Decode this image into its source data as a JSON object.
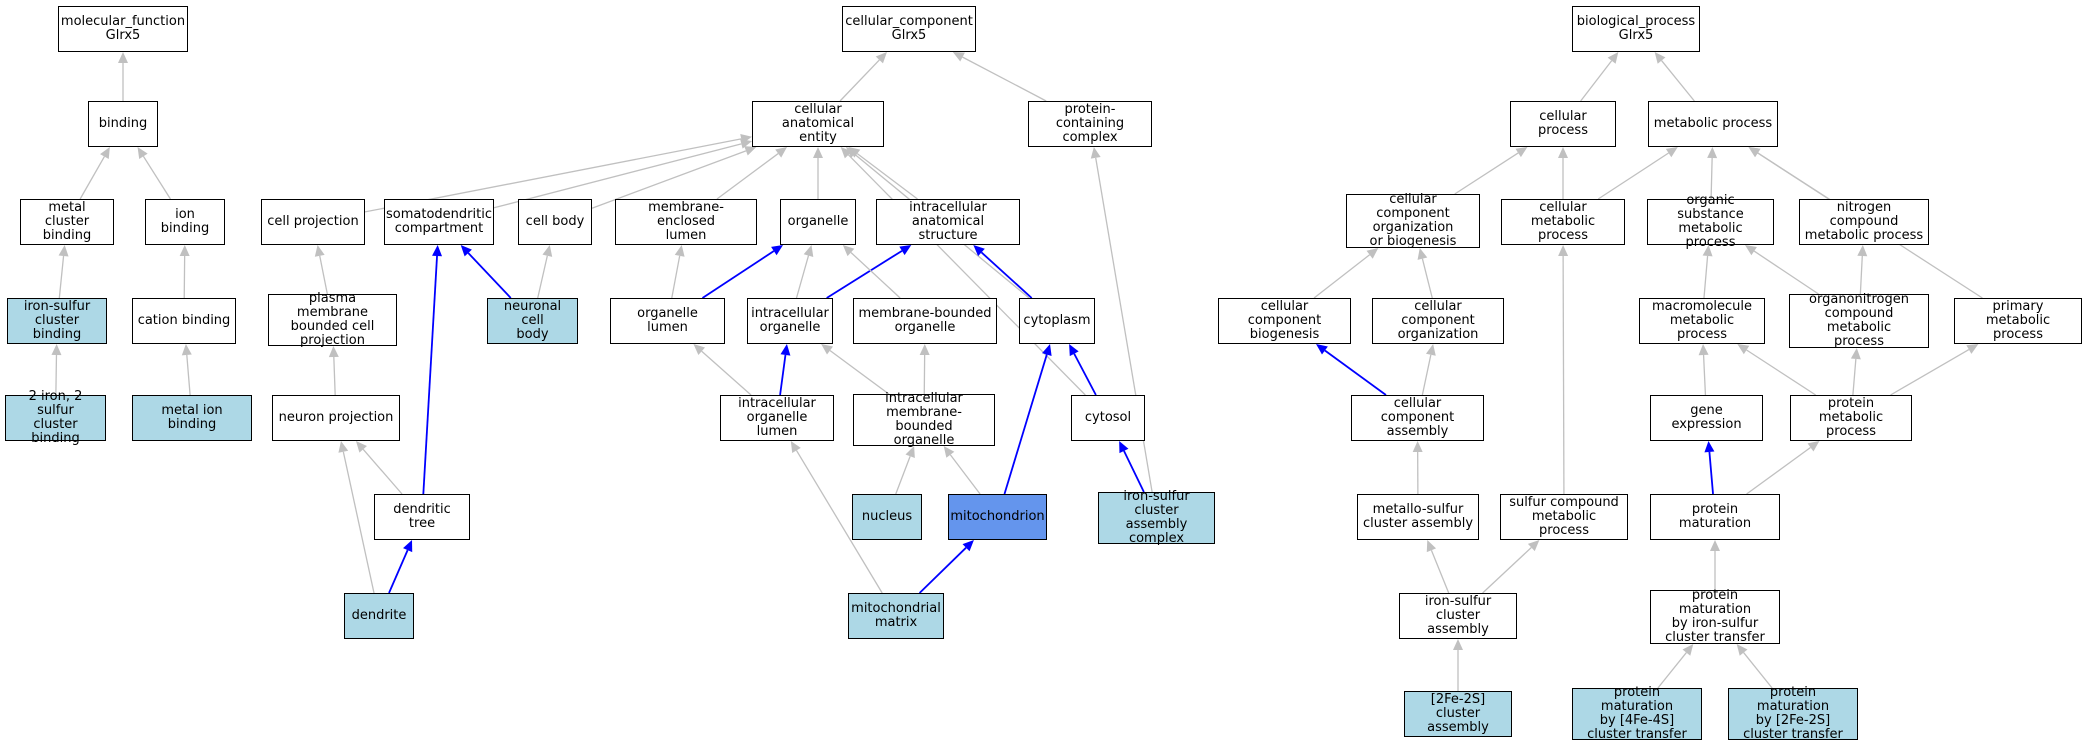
{
  "colors": {
    "annotated_term": "#add8e6",
    "focus_term": "#6495ed",
    "plain_term": "#ffffff",
    "is_a_edge": "#c0c0c0",
    "part_of_edge": "#0000ff"
  },
  "nodes": {
    "mf_root": "molecular_function\nGlrx5",
    "binding": "binding",
    "metal_cluster_binding": "metal cluster\nbinding",
    "ion_binding": "ion binding",
    "iron_sulfur_cluster_binding": "iron-sulfur\ncluster binding",
    "cation_binding": "cation binding",
    "two_iron_two_sulfur_cluster_binding": "2 iron, 2 sulfur\ncluster binding",
    "metal_ion_binding": "metal ion binding",
    "cc_root": "cellular_component\nGlrx5",
    "cellular_anatomical_entity": "cellular anatomical\nentity",
    "protein_containing_complex": "protein-containing\ncomplex",
    "cell_projection": "cell projection",
    "somatodendritic_compartment": "somatodendritic\ncompartment",
    "cell_body": "cell body",
    "membrane_enclosed_lumen": "membrane-enclosed\nlumen",
    "organelle": "organelle",
    "intracellular_anatomical_structure": "intracellular\nanatomical structure",
    "plasma_membrane_bounded_cell_projection": "plasma membrane\nbounded cell\nprojection",
    "neuronal_cell_body": "neuronal cell\nbody",
    "organelle_lumen": "organelle lumen",
    "intracellular_organelle": "intracellular\norganelle",
    "membrane_bounded_organelle": "membrane-bounded\norganelle",
    "cytoplasm": "cytoplasm",
    "neuron_projection": "neuron projection",
    "intracellular_organelle_lumen": "intracellular\norganelle lumen",
    "intracellular_membrane_bounded_organelle": "intracellular\nmembrane-bounded\norganelle",
    "cytosol": "cytosol",
    "dendritic_tree": "dendritic tree",
    "nucleus": "nucleus",
    "mitochondrion": "mitochondrion",
    "iron_sulfur_cluster_assembly_complex": "iron-sulfur\ncluster assembly\ncomplex",
    "dendrite": "dendrite",
    "mitochondrial_matrix": "mitochondrial\nmatrix",
    "bp_root": "biological_process\nGlrx5",
    "cellular_process": "cellular process",
    "metabolic_process": "metabolic process",
    "cellular_component_organization_or_biogenesis": "cellular component\norganization\nor biogenesis",
    "cellular_metabolic_process": "cellular metabolic\nprocess",
    "organic_substance_metabolic_process": "organic substance\nmetabolic process",
    "nitrogen_compound_metabolic_process": "nitrogen compound\nmetabolic process",
    "cellular_component_biogenesis": "cellular component\nbiogenesis",
    "cellular_component_organization": "cellular component\norganization",
    "macromolecule_metabolic_process": "macromolecule\nmetabolic process",
    "organonitrogen_compound_metabolic_process": "organonitrogen\ncompound metabolic\nprocess",
    "primary_metabolic_process": "primary metabolic\nprocess",
    "cellular_component_assembly": "cellular component\nassembly",
    "gene_expression": "gene expression",
    "protein_metabolic_process": "protein metabolic\nprocess",
    "metallo_sulfur_cluster_assembly": "metallo-sulfur\ncluster assembly",
    "sulfur_compound_metabolic_process": "sulfur compound\nmetabolic process",
    "protein_maturation": "protein maturation",
    "iron_sulfur_cluster_assembly": "iron-sulfur\ncluster assembly",
    "protein_maturation_by_iron_sulfur_cluster_transfer": "protein maturation\nby iron-sulfur\ncluster transfer",
    "two_fe_two_s_cluster_assembly": "[2Fe-2S] cluster\nassembly",
    "protein_maturation_by_4fe_4s_cluster_transfer": "protein maturation\nby [4Fe-4S]\ncluster transfer",
    "protein_maturation_by_2fe_2s_cluster_transfer": "protein maturation\nby [2Fe-2S]\ncluster transfer"
  },
  "edges": [
    {
      "from": "binding",
      "to": "mf_root",
      "type": "is_a"
    },
    {
      "from": "metal_cluster_binding",
      "to": "binding",
      "type": "is_a"
    },
    {
      "from": "ion_binding",
      "to": "binding",
      "type": "is_a"
    },
    {
      "from": "iron_sulfur_cluster_binding",
      "to": "metal_cluster_binding",
      "type": "is_a"
    },
    {
      "from": "cation_binding",
      "to": "ion_binding",
      "type": "is_a"
    },
    {
      "from": "two_iron_two_sulfur_cluster_binding",
      "to": "iron_sulfur_cluster_binding",
      "type": "is_a"
    },
    {
      "from": "metal_ion_binding",
      "to": "cation_binding",
      "type": "is_a"
    },
    {
      "from": "cellular_anatomical_entity",
      "to": "cc_root",
      "type": "is_a"
    },
    {
      "from": "protein_containing_complex",
      "to": "cc_root",
      "type": "is_a"
    },
    {
      "from": "cell_projection",
      "to": "cellular_anatomical_entity",
      "type": "is_a"
    },
    {
      "from": "somatodendritic_compartment",
      "to": "cellular_anatomical_entity",
      "type": "is_a"
    },
    {
      "from": "cell_body",
      "to": "cellular_anatomical_entity",
      "type": "is_a"
    },
    {
      "from": "membrane_enclosed_lumen",
      "to": "cellular_anatomical_entity",
      "type": "is_a"
    },
    {
      "from": "organelle",
      "to": "cellular_anatomical_entity",
      "type": "is_a"
    },
    {
      "from": "intracellular_anatomical_structure",
      "to": "cellular_anatomical_entity",
      "type": "is_a"
    },
    {
      "from": "cytoplasm",
      "to": "cellular_anatomical_entity",
      "type": "is_a"
    },
    {
      "from": "cytosol",
      "to": "cellular_anatomical_entity",
      "type": "is_a"
    },
    {
      "from": "plasma_membrane_bounded_cell_projection",
      "to": "cell_projection",
      "type": "is_a"
    },
    {
      "from": "neuronal_cell_body",
      "to": "somatodendritic_compartment",
      "type": "part_of"
    },
    {
      "from": "neuronal_cell_body",
      "to": "cell_body",
      "type": "is_a"
    },
    {
      "from": "organelle_lumen",
      "to": "membrane_enclosed_lumen",
      "type": "is_a"
    },
    {
      "from": "organelle_lumen",
      "to": "organelle",
      "type": "part_of"
    },
    {
      "from": "intracellular_organelle",
      "to": "organelle",
      "type": "is_a"
    },
    {
      "from": "intracellular_organelle",
      "to": "intracellular_anatomical_structure",
      "type": "part_of"
    },
    {
      "from": "membrane_bounded_organelle",
      "to": "organelle",
      "type": "is_a"
    },
    {
      "from": "cytoplasm",
      "to": "intracellular_anatomical_structure",
      "type": "part_of"
    },
    {
      "from": "neuron_projection",
      "to": "plasma_membrane_bounded_cell_projection",
      "type": "is_a"
    },
    {
      "from": "intracellular_organelle_lumen",
      "to": "organelle_lumen",
      "type": "is_a"
    },
    {
      "from": "intracellular_organelle_lumen",
      "to": "intracellular_organelle",
      "type": "part_of"
    },
    {
      "from": "intracellular_membrane_bounded_organelle",
      "to": "intracellular_organelle",
      "type": "is_a"
    },
    {
      "from": "intracellular_membrane_bounded_organelle",
      "to": "membrane_bounded_organelle",
      "type": "is_a"
    },
    {
      "from": "cytosol",
      "to": "cytoplasm",
      "type": "part_of"
    },
    {
      "from": "dendritic_tree",
      "to": "neuron_projection",
      "type": "is_a"
    },
    {
      "from": "dendritic_tree",
      "to": "somatodendritic_compartment",
      "type": "part_of"
    },
    {
      "from": "dendrite",
      "to": "neuron_projection",
      "type": "is_a"
    },
    {
      "from": "dendrite",
      "to": "dendritic_tree",
      "type": "part_of"
    },
    {
      "from": "nucleus",
      "to": "intracellular_membrane_bounded_organelle",
      "type": "is_a"
    },
    {
      "from": "mitochondrion",
      "to": "intracellular_membrane_bounded_organelle",
      "type": "is_a"
    },
    {
      "from": "mitochondrion",
      "to": "cytoplasm",
      "type": "part_of"
    },
    {
      "from": "iron_sulfur_cluster_assembly_complex",
      "to": "protein_containing_complex",
      "type": "is_a"
    },
    {
      "from": "iron_sulfur_cluster_assembly_complex",
      "to": "cytosol",
      "type": "part_of"
    },
    {
      "from": "mitochondrial_matrix",
      "to": "intracellular_organelle_lumen",
      "type": "is_a"
    },
    {
      "from": "mitochondrial_matrix",
      "to": "mitochondrion",
      "type": "part_of"
    },
    {
      "from": "cellular_process",
      "to": "bp_root",
      "type": "is_a"
    },
    {
      "from": "metabolic_process",
      "to": "bp_root",
      "type": "is_a"
    },
    {
      "from": "cellular_component_organization_or_biogenesis",
      "to": "cellular_process",
      "type": "is_a"
    },
    {
      "from": "cellular_metabolic_process",
      "to": "cellular_process",
      "type": "is_a"
    },
    {
      "from": "cellular_metabolic_process",
      "to": "metabolic_process",
      "type": "is_a"
    },
    {
      "from": "organic_substance_metabolic_process",
      "to": "metabolic_process",
      "type": "is_a"
    },
    {
      "from": "nitrogen_compound_metabolic_process",
      "to": "metabolic_process",
      "type": "is_a"
    },
    {
      "from": "primary_metabolic_process",
      "to": "metabolic_process",
      "type": "is_a"
    },
    {
      "from": "cellular_component_biogenesis",
      "to": "cellular_component_organization_or_biogenesis",
      "type": "is_a"
    },
    {
      "from": "cellular_component_organization",
      "to": "cellular_component_organization_or_biogenesis",
      "type": "is_a"
    },
    {
      "from": "macromolecule_metabolic_process",
      "to": "organic_substance_metabolic_process",
      "type": "is_a"
    },
    {
      "from": "organonitrogen_compound_metabolic_process",
      "to": "organic_substance_metabolic_process",
      "type": "is_a"
    },
    {
      "from": "organonitrogen_compound_metabolic_process",
      "to": "nitrogen_compound_metabolic_process",
      "type": "is_a"
    },
    {
      "from": "cellular_component_assembly",
      "to": "cellular_component_biogenesis",
      "type": "part_of"
    },
    {
      "from": "cellular_component_assembly",
      "to": "cellular_component_organization",
      "type": "is_a"
    },
    {
      "from": "gene_expression",
      "to": "macromolecule_metabolic_process",
      "type": "is_a"
    },
    {
      "from": "protein_metabolic_process",
      "to": "macromolecule_metabolic_process",
      "type": "is_a"
    },
    {
      "from": "protein_metabolic_process",
      "to": "organonitrogen_compound_metabolic_process",
      "type": "is_a"
    },
    {
      "from": "protein_metabolic_process",
      "to": "primary_metabolic_process",
      "type": "is_a"
    },
    {
      "from": "metallo_sulfur_cluster_assembly",
      "to": "cellular_component_assembly",
      "type": "is_a"
    },
    {
      "from": "sulfur_compound_metabolic_process",
      "to": "cellular_metabolic_process",
      "type": "is_a"
    },
    {
      "from": "protein_maturation",
      "to": "gene_expression",
      "type": "part_of"
    },
    {
      "from": "protein_maturation",
      "to": "protein_metabolic_process",
      "type": "is_a"
    },
    {
      "from": "iron_sulfur_cluster_assembly",
      "to": "metallo_sulfur_cluster_assembly",
      "type": "is_a"
    },
    {
      "from": "iron_sulfur_cluster_assembly",
      "to": "sulfur_compound_metabolic_process",
      "type": "is_a"
    },
    {
      "from": "protein_maturation_by_iron_sulfur_cluster_transfer",
      "to": "protein_maturation",
      "type": "is_a"
    },
    {
      "from": "two_fe_two_s_cluster_assembly",
      "to": "iron_sulfur_cluster_assembly",
      "type": "is_a"
    },
    {
      "from": "protein_maturation_by_4fe_4s_cluster_transfer",
      "to": "protein_maturation_by_iron_sulfur_cluster_transfer",
      "type": "is_a"
    },
    {
      "from": "protein_maturation_by_2fe_2s_cluster_transfer",
      "to": "protein_maturation_by_iron_sulfur_cluster_transfer",
      "type": "is_a"
    }
  ]
}
